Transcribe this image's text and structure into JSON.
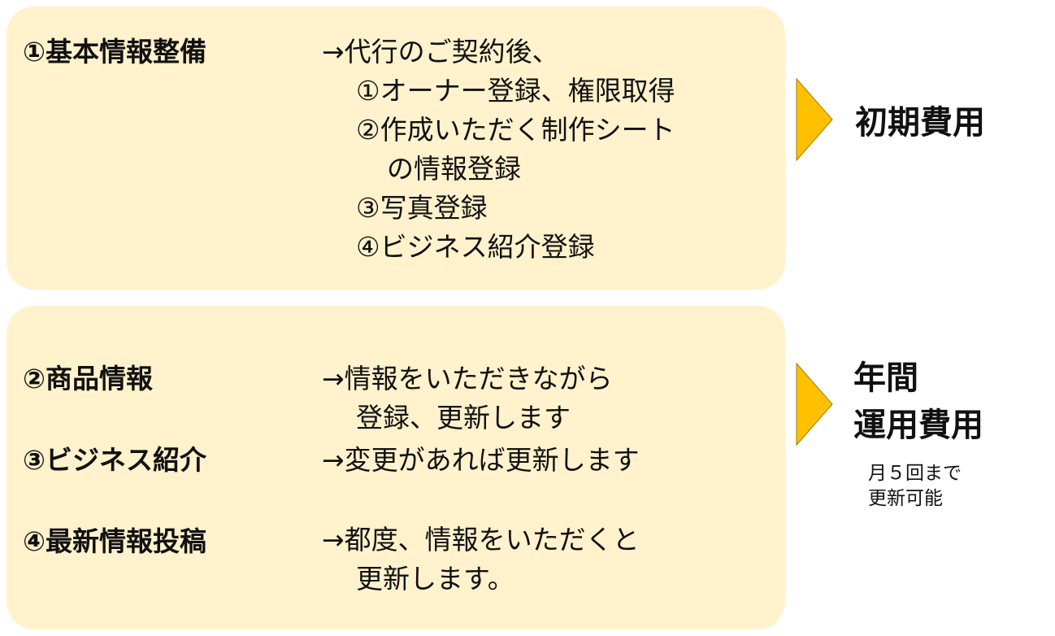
{
  "colors": {
    "panel_bg": "#fff2cc",
    "arrow_fill": "#ffc000",
    "arrow_stroke": "#a07a00",
    "text": "#111111"
  },
  "section1": {
    "heading": "①基本情報整備",
    "lines": [
      "→代行のご契約後、",
      "①オーナー登録、権限取得",
      "②作成いただく制作シート",
      "の情報登録",
      "③写真登録",
      "④ビジネス紹介登録"
    ],
    "cost_label": "初期費用"
  },
  "section2": {
    "items": [
      {
        "heading": "②商品情報",
        "lines": [
          "→情報をいただきながら",
          "登録、更新します"
        ]
      },
      {
        "heading": "③ビジネス紹介",
        "lines": [
          "→変更があれば更新します"
        ]
      },
      {
        "heading": "④最新情報投稿",
        "lines": [
          "→都度、情報をいただくと",
          "更新します。"
        ]
      }
    ],
    "cost_label_lines": [
      "年間",
      "運用費用"
    ],
    "note_lines": [
      "月５回まで",
      "更新可能"
    ]
  }
}
